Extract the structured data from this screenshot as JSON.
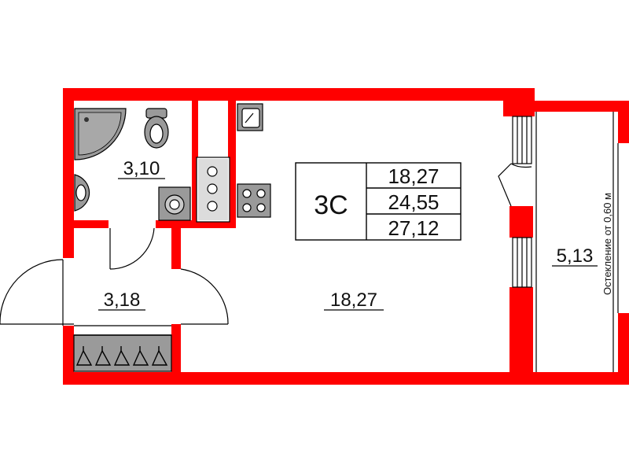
{
  "colors": {
    "wall": "#ff0000",
    "fixture_fill": "#9a9a9a",
    "fixture_dark": "#6e6e6e",
    "line": "#000000",
    "background": "#ffffff"
  },
  "plan": {
    "unit_type": "3С",
    "areas_box": [
      "18,27",
      "24,55",
      "27,12"
    ],
    "rooms": {
      "bathroom": "3,10",
      "hallway": "3,18",
      "living": "18,27",
      "balcony": "5,13"
    },
    "balcony_note": "Остекление от 0,60 м"
  }
}
